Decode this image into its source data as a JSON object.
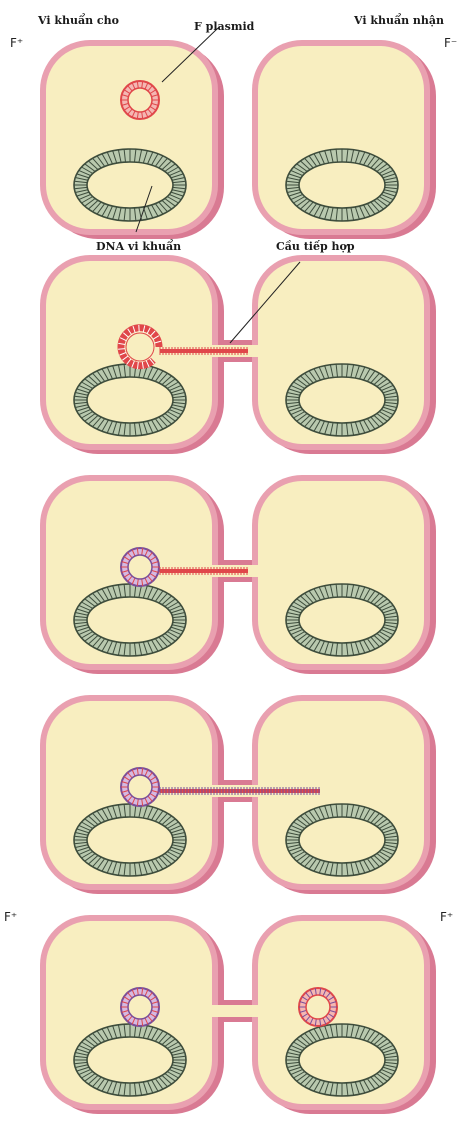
{
  "labels": {
    "donor": "Vi khuẩn cho",
    "f_plasmid": "F plasmid",
    "recipient": "Vi khuẩn nhận",
    "dna": "DNA vi khuẩn",
    "bridge": "Cầu tiếp hợp"
  },
  "markers": {
    "donor_top": "F⁺",
    "recipient_top": "F⁻",
    "donor_final": "F⁺",
    "recipient_final": "F⁺"
  },
  "stages": [
    {
      "bridge": false,
      "left_plasmid": "red",
      "right_plasmid": "none",
      "strand": "none"
    },
    {
      "bridge": true,
      "left_plasmid": "red-opening",
      "right_plasmid": "none",
      "strand": "red"
    },
    {
      "bridge": true,
      "left_plasmid": "purple-red",
      "right_plasmid": "none",
      "strand": "red"
    },
    {
      "bridge": true,
      "left_plasmid": "purple-red",
      "right_plasmid": "none",
      "strand": "red-purple"
    },
    {
      "bridge": true,
      "left_plasmid": "purple-red",
      "right_plasmid": "red-purple",
      "strand": "none"
    }
  ],
  "colors": {
    "cytoplasm": "#f8eec0",
    "wall_outer": "#d97a93",
    "wall_inner": "#e9a0b0",
    "dna_ring": "#b9c9ae",
    "dna_stroke": "#3e4d3c",
    "plasmid_red": "#e0474a",
    "plasmid_purple": "#7a4e9a"
  }
}
